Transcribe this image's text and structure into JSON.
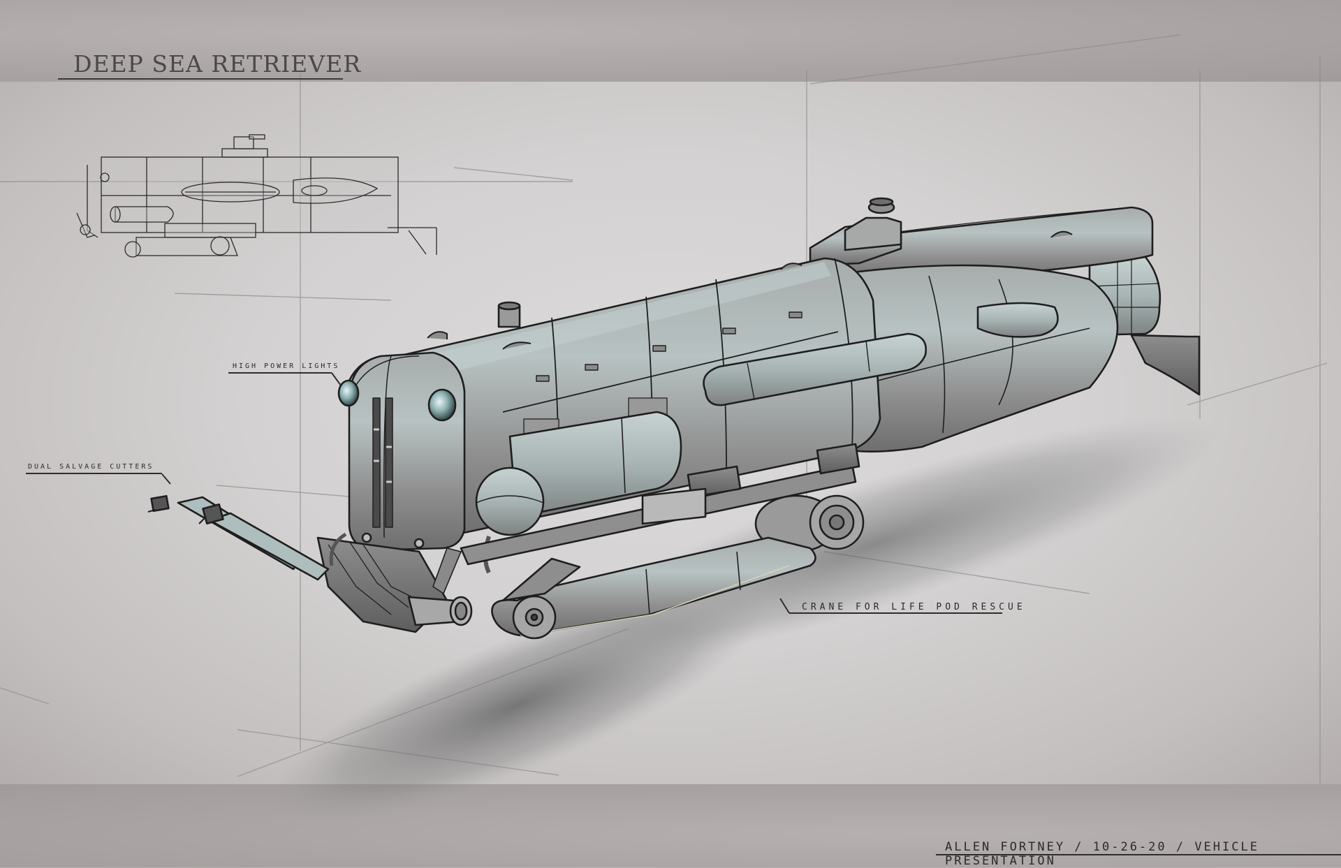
{
  "sheet": {
    "title": "DEEP SEA RETRIEVER",
    "credit": "ALLEN FORTNEY / 10-26-20 / VEHICLE PRESENTATION"
  },
  "annotations": {
    "lights": "HIGH POWER LIGHTS",
    "cutters": "DUAL SALVAGE CUTTERS",
    "crane": "CRANE FOR LIFE POD RESCUE"
  },
  "views": {
    "side_view": "side-elevation-sketch",
    "main_view": "three-quarter-perspective-render"
  },
  "colors": {
    "paper": "#d6d4d4",
    "band": "#a9a4a3",
    "hull": "#9c9c9c",
    "hull_highlight": "#b9c4c4",
    "glass": "#8fb3b4",
    "ink": "#1e1e1e"
  }
}
